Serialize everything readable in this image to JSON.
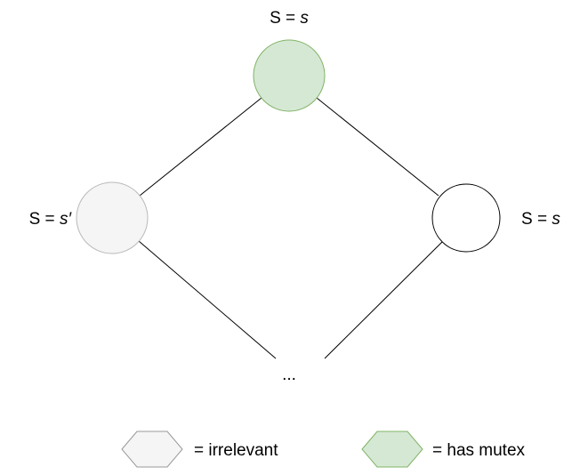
{
  "nodes": {
    "top": {
      "label_prefix": "S = ",
      "label_var": "s",
      "fill": "#d5e8d4",
      "stroke": "#82b366"
    },
    "left": {
      "label_prefix": "S = ",
      "label_var": "s′",
      "fill": "#f5f5f5",
      "stroke": "#b9b9b9"
    },
    "right": {
      "label_prefix": "S = ",
      "label_var": "s",
      "fill": "#ffffff",
      "stroke": "#000000"
    },
    "ellipsis": "..."
  },
  "edges": {
    "stroke": "#000000"
  },
  "legend": {
    "irrelevant": {
      "label": "= irrelevant",
      "fill": "#f5f5f5",
      "stroke": "#999999"
    },
    "has_mutex": {
      "label": "= has mutex",
      "fill": "#d5e8d4",
      "stroke": "#82b366"
    }
  }
}
